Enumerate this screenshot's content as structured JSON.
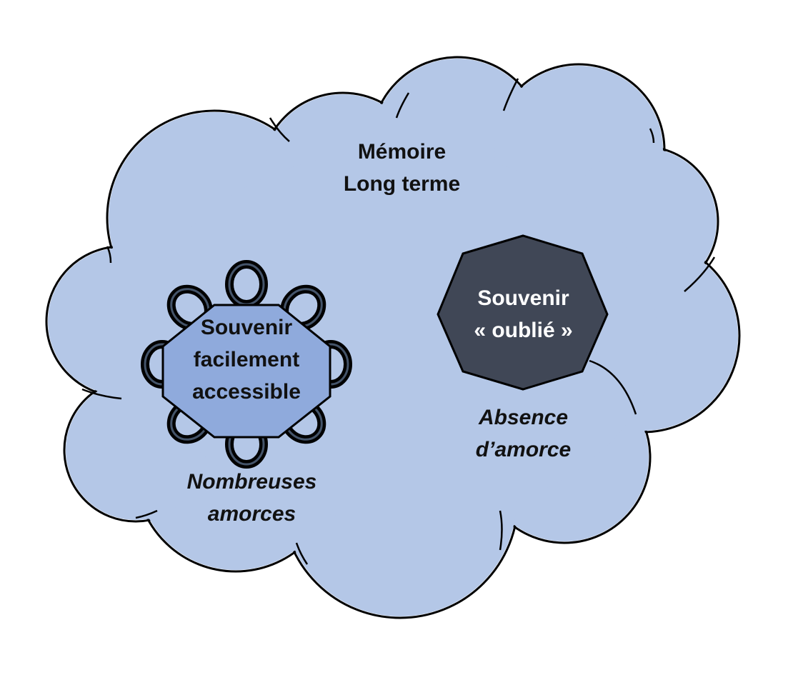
{
  "colors": {
    "cloud_fill": "#b4c7e7",
    "outline": "#000000",
    "accessible_memory_fill": "#8faadc",
    "forgotten_memory_fill": "#404756",
    "cue_loop": "#000000",
    "cue_loop_inner": "#44546a"
  },
  "cloud": {
    "title_line1": "Mémoire",
    "title_line2": "Long terme"
  },
  "accessible_memory": {
    "line1": "Souvenir",
    "line2": "facilement",
    "line3": "accessible",
    "caption_line1": "Nombreuses",
    "caption_line2": "amorces"
  },
  "forgotten_memory": {
    "line1": "Souvenir",
    "line2": "« oublié »",
    "caption_line1": "Absence",
    "caption_line2": "d’amorce"
  }
}
